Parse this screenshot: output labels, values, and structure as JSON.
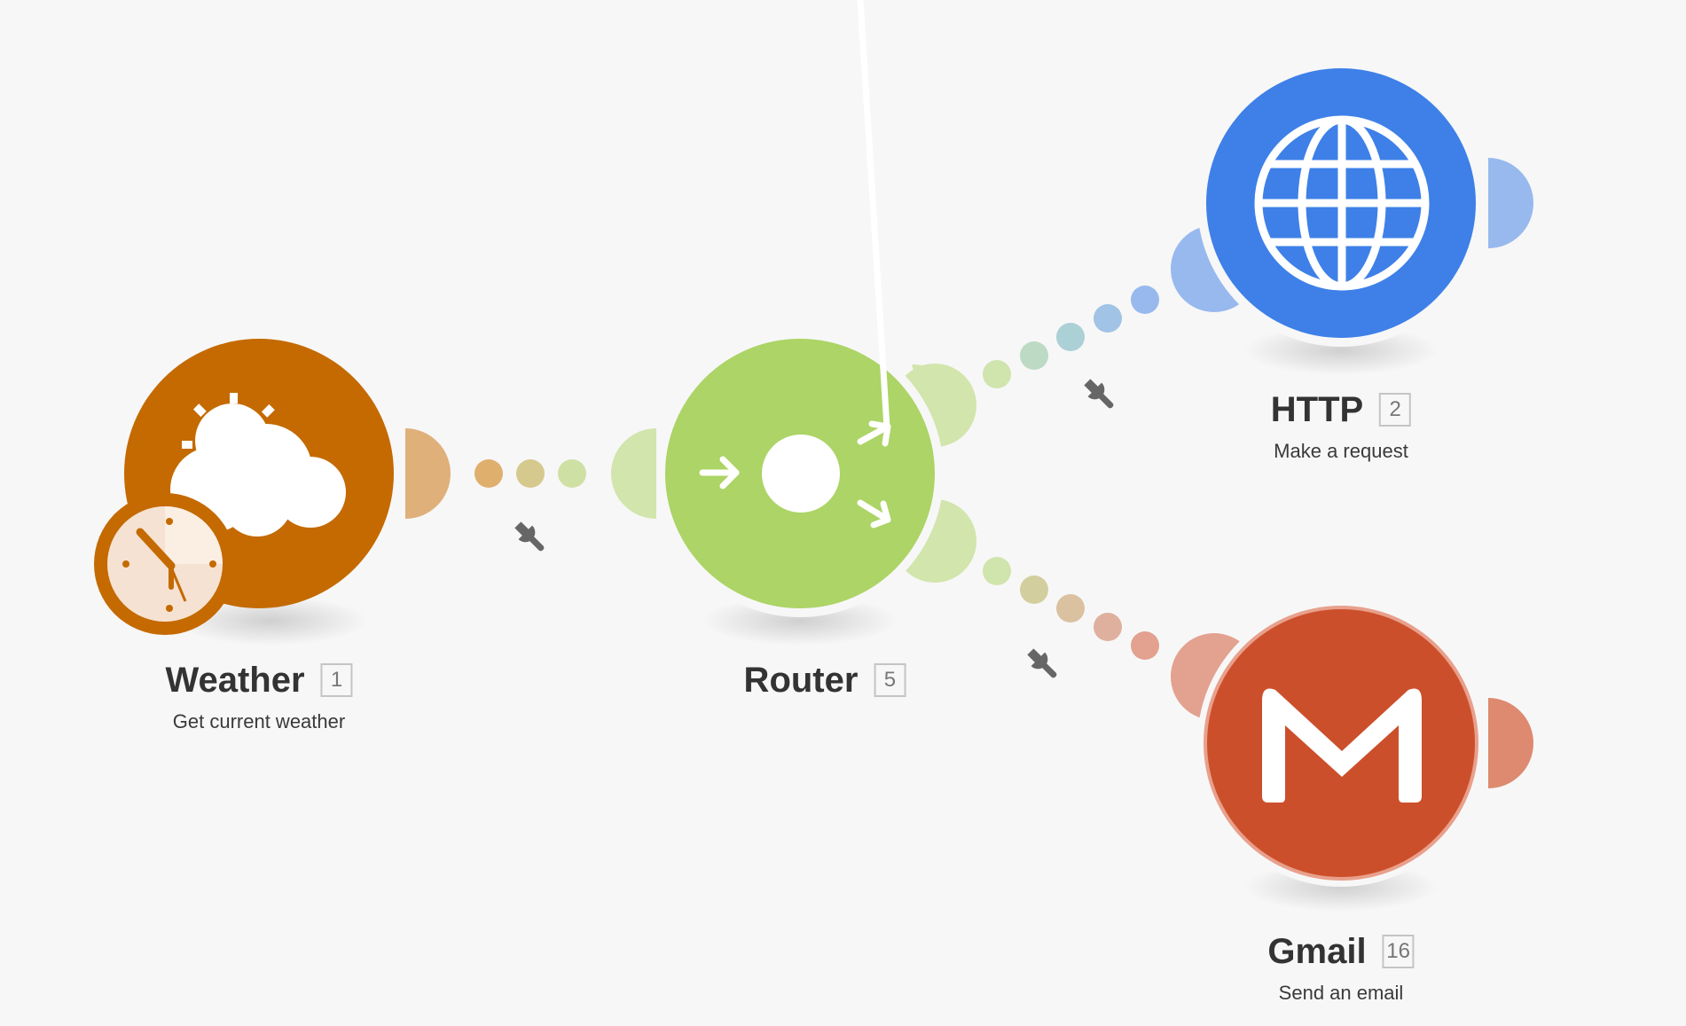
{
  "colors": {
    "background": "#f7f7f7",
    "weather": "#c46a00",
    "router": "#acd466",
    "http": "#3e80e8",
    "gmail": "#cc4f2b"
  },
  "modules": [
    {
      "name": "Weather",
      "id": "1",
      "description": "Get current weather",
      "icon": "weather-clock-icon"
    },
    {
      "name": "Router",
      "id": "5",
      "description": "",
      "icon": "router-icon"
    },
    {
      "name": "HTTP",
      "id": "2",
      "description": "Make a request",
      "icon": "globe-icon"
    },
    {
      "name": "Gmail",
      "id": "16",
      "description": "Send an email",
      "icon": "gmail-m-icon"
    }
  ],
  "connections": [
    {
      "from": "Weather",
      "to": "Router",
      "filter_icon": "wrench-icon"
    },
    {
      "from": "Router",
      "to": "HTTP",
      "filter_icon": "wrench-icon"
    },
    {
      "from": "Router",
      "to": "Gmail",
      "filter_icon": "wrench-icon"
    }
  ]
}
